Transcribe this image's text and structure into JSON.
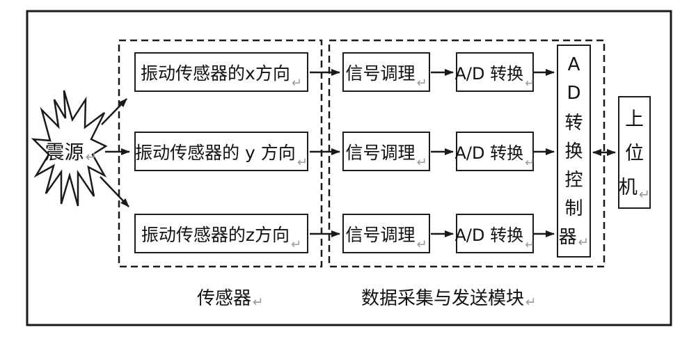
{
  "diagram": {
    "title_hint": "vibration-data-acquisition-block-diagram",
    "return_mark": "↵",
    "source": {
      "label": "震源"
    },
    "sensor_group": {
      "label": "传感器",
      "boxes": [
        {
          "label": "振动传感器的x方向"
        },
        {
          "label": "振动传感器的 y 方向"
        },
        {
          "label": "振动传感器的z方向"
        }
      ]
    },
    "daq_group": {
      "label": "数据采集与发送模块",
      "signal_boxes": [
        {
          "label": "信号调理"
        },
        {
          "label": "信号调理"
        },
        {
          "label": "信号调理"
        }
      ],
      "ad_boxes": [
        {
          "label": "A/D 转换"
        },
        {
          "label": "A/D 转换"
        },
        {
          "label": "A/D 转换"
        }
      ],
      "controller": {
        "label": "AD转换控制器",
        "chars": [
          "A",
          "D",
          "转",
          "换",
          "控",
          "制",
          "器"
        ]
      }
    },
    "host": {
      "label": "上位机",
      "chars": [
        "上",
        "位",
        "机"
      ]
    },
    "colors": {
      "line": "#1a1a1a",
      "return_mark": "#9a9a9a",
      "background": "#ffffff"
    }
  }
}
